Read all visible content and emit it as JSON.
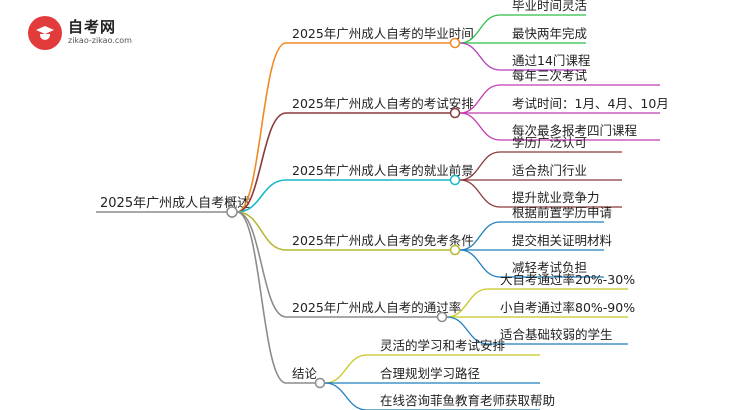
{
  "logo": {
    "title": "自考网",
    "subtitle": "zikao-zikao.com"
  },
  "root": "2025年广州成人自考概述",
  "branches": [
    {
      "label": "2025年广州成人自考的毕业时间",
      "color": "#f08a24",
      "children": [
        "毕业时间灵活",
        "最快两年完成",
        "通过14门课程"
      ]
    },
    {
      "label": "2025年广州成人自考的考试安排",
      "color": "#8b3a3a",
      "children": [
        "每年三次考试",
        "考试时间：1月、4月、10月",
        "每次最多报考四门课程"
      ]
    },
    {
      "label": "2025年广州成人自考的就业前景",
      "color": "#19b8c8",
      "children": [
        "学历广泛认可",
        "适合热门行业",
        "提升就业竞争力"
      ]
    },
    {
      "label": "2025年广州成人自考的免考条件",
      "color": "#b5b832",
      "children": [
        "根据前置学历申请",
        "提交相关证明材料",
        "减轻考试负担"
      ]
    },
    {
      "label": "2025年广州成人自考的通过率",
      "color": "#8c8c8c",
      "children": [
        "大自考通过率20%-30%",
        "小自考通过率80%-90%",
        "适合基础较弱的学生"
      ]
    },
    {
      "label": "结论",
      "color": "#8c8c8c",
      "children": [
        "灵活的学习和考试安排",
        "合理规划学习路径",
        "在线咨询菲鱼教育老师获取帮助"
      ]
    }
  ],
  "child_colors": [
    [
      "#2fbf4a",
      "#2fbf4a",
      "#b53cc0"
    ],
    [
      "#c23cb0",
      "#c23cb0",
      "#c23cb0"
    ],
    [
      "#8b3a3a",
      "#8b3a3a",
      "#8b3a3a"
    ],
    [
      "#1f7fbf",
      "#1f7fbf",
      "#1f7fbf"
    ],
    [
      "#c8c820",
      "#c8c820",
      "#1f7fbf"
    ],
    [
      "#c8c820",
      "#1f7fbf",
      "#1f7fbf"
    ]
  ]
}
